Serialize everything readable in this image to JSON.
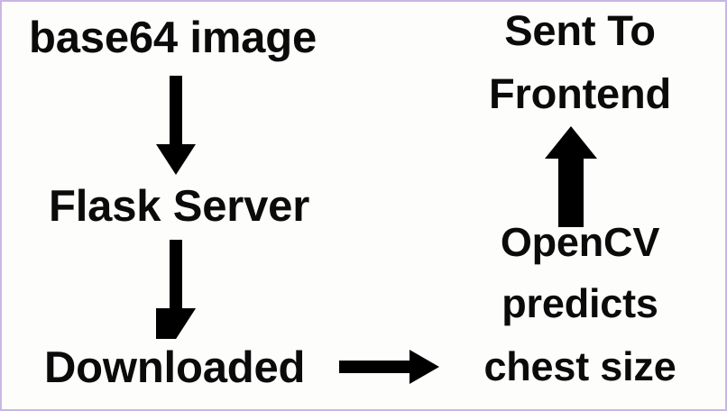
{
  "diagram": {
    "title": "base64 image processing flow",
    "background_color": "#fdfdfb",
    "border_color": "#c9b6e4",
    "text_color": "#0b0b0b",
    "arrow_color": "#000000",
    "left_column": {
      "step1": "base64 image",
      "step2": "Flask Server",
      "step3": "Downloaded"
    },
    "right_column": {
      "result_line1": "Sent To",
      "result_line2": "Frontend",
      "process_line1": "OpenCV",
      "process_line2": "predicts",
      "process_line3": "chest size"
    },
    "arrows": {
      "base64_to_flask": "arrow-down",
      "flask_to_downloaded": "arrow-down",
      "downloaded_to_opencv": "arrow-right",
      "opencv_to_frontend": "arrow-up"
    }
  }
}
